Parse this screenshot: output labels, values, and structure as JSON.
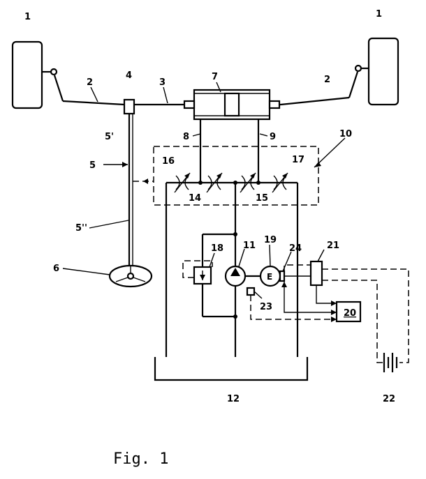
{
  "figure": {
    "caption": "Fig. 1",
    "labels": {
      "wheel_left": "1",
      "wheel_right": "1",
      "tie_rod_left": "2",
      "tie_rod_right": "2",
      "rack": "3",
      "pinion": "4",
      "column": "5",
      "column_upper": "5'",
      "column_lower": "5''",
      "steering_wheel": "6",
      "cylinder": "7",
      "line_8": "8",
      "line_9": "9",
      "valve": "10",
      "pump": "11",
      "tank": "12",
      "throttle_14": "14",
      "throttle_15": "15",
      "throttle_16": "16",
      "throttle_17": "17",
      "relief_valve": "18",
      "motor": "19",
      "controller": "20",
      "switch": "21",
      "battery": "22",
      "sensor_23": "23",
      "sensor_24": "24",
      "motor_symbol": "E"
    }
  }
}
